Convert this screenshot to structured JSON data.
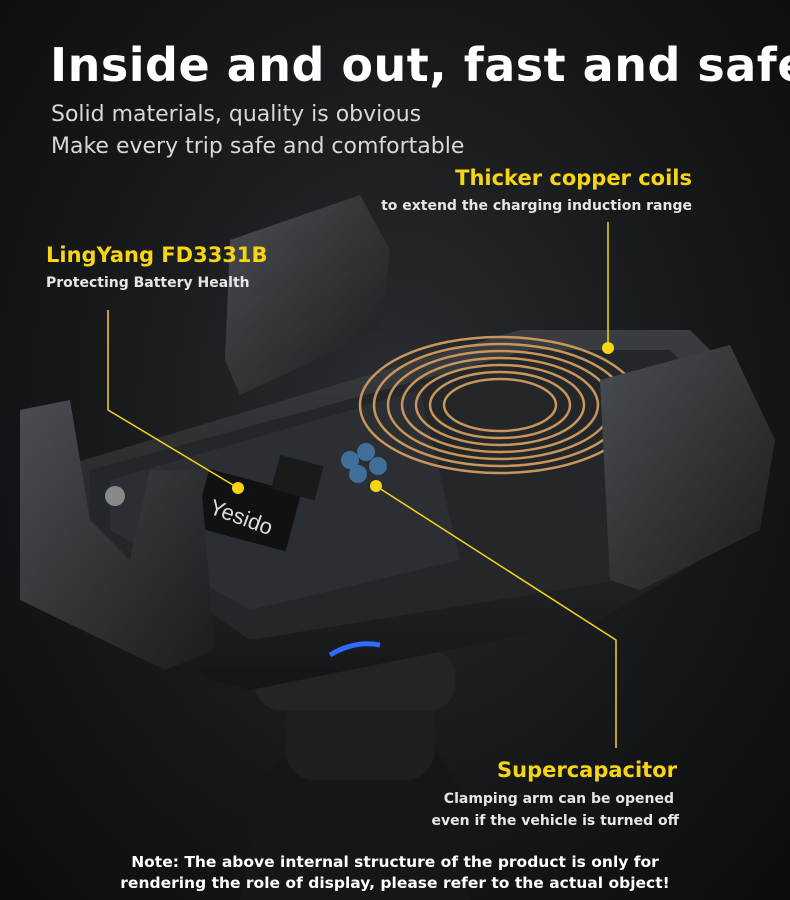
{
  "headline": {
    "title": "Inside and out, fast and safe",
    "subtitle_lines": [
      "Solid materials, quality is obvious",
      "Make every trip safe and comfortable"
    ]
  },
  "callouts": {
    "coils": {
      "title": "Thicker copper coils",
      "desc": "to extend the charging induction range"
    },
    "chip": {
      "title": "LingYang FD3331B",
      "desc": "Protecting Battery Health"
    },
    "capacitor": {
      "title": "Supercapacitor",
      "desc_lines": [
        "Clamping arm can be opened",
        "even if the vehicle is turned off"
      ]
    }
  },
  "product": {
    "brand_logo": "Yesido"
  },
  "note_lines": [
    "Note: The above internal structure of the product is only for",
    "rendering the role of display, please refer to the actual object!"
  ],
  "colors": {
    "accent": "#f7d515",
    "background": "#16181a",
    "led": "#2f6bff",
    "coil": "#c8965a"
  }
}
